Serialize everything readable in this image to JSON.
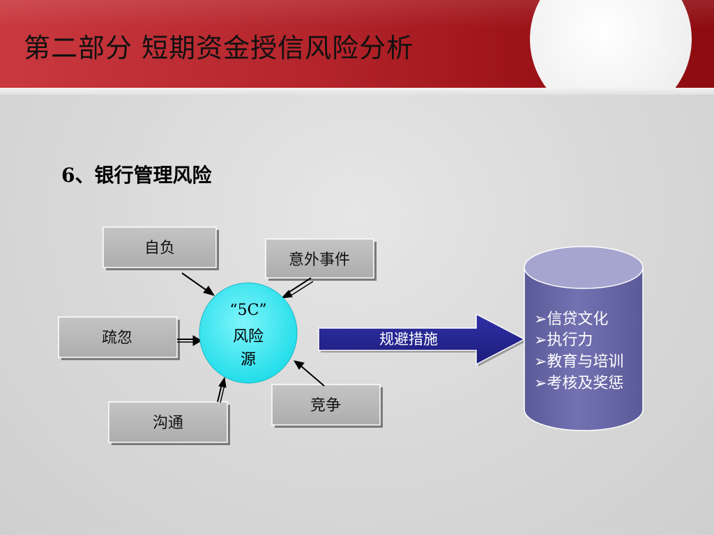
{
  "title": "第二部分 短期资金授信风险分析",
  "subtitle": "6、银行管理风险",
  "diagram": {
    "center": {
      "lines": [
        "“5C”",
        "风险",
        "源"
      ]
    },
    "factors": {
      "self_confidence": "自负",
      "accident": "意外事件",
      "negligence": "疏忽",
      "communication": "沟通",
      "competition": "竞争"
    },
    "arrow_label": "规避措施",
    "measures": [
      "➢信贷文化",
      "➢执行力",
      "➢教育与培训",
      "➢考核及奖惩"
    ]
  },
  "colors": {
    "header_red": "#b3242b",
    "center_circle": "#33e6f0",
    "arrow_fill": "#24248f",
    "cylinder_body": "#6a6aa8",
    "cylinder_top": "#a3a3cc",
    "factor_box": "#b8b8b8"
  }
}
